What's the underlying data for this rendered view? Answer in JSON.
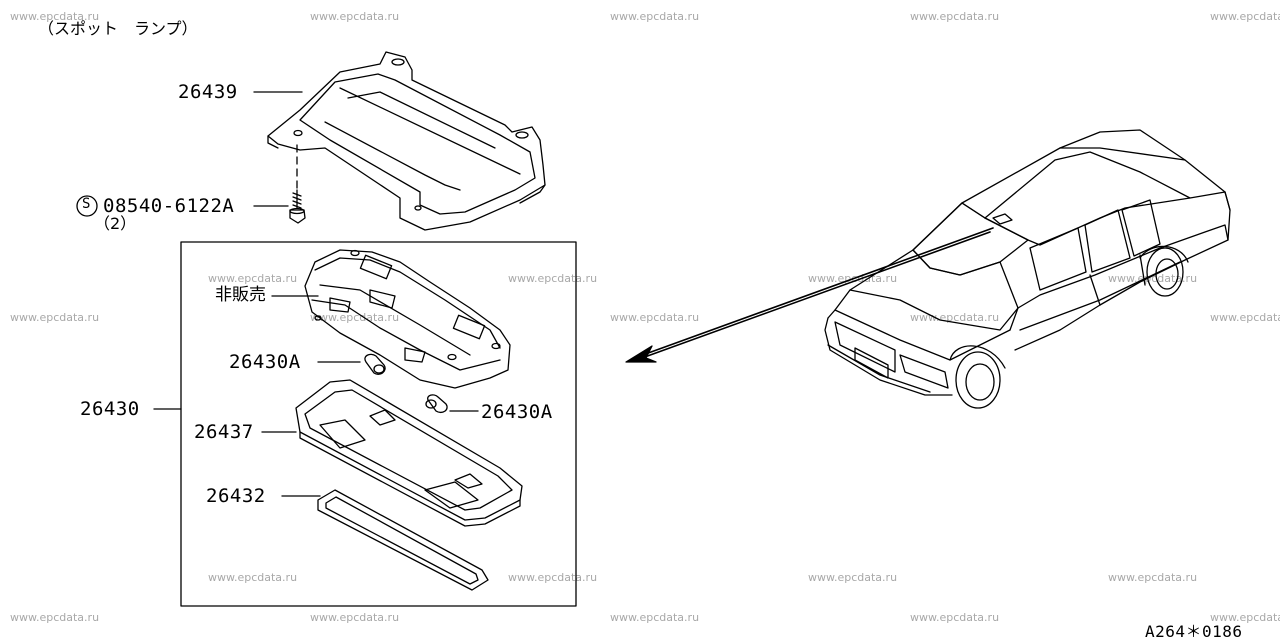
{
  "diagram": {
    "title": "（スポット　ランプ）",
    "watermark": "www.epcdata.ru",
    "footer_code": "A264＊0186",
    "parts": {
      "bracket": "26439",
      "screw": "08540-6122A",
      "screw_marker": "S",
      "screw_qty": "（2）",
      "not_for_sale": "非販売",
      "bulb_left": "26430A",
      "bulb_right": "26430A",
      "assembly": "26430",
      "housing": "26437",
      "gasket": "26432"
    }
  }
}
